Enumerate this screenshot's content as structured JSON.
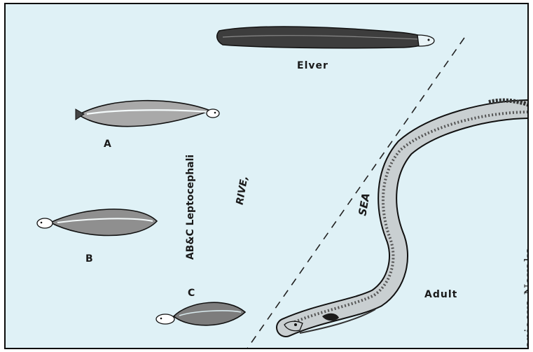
{
  "colors": {
    "background": "#dff1f6",
    "border": "#0b0b0b",
    "ink": "#1a1a1a"
  },
  "labels": {
    "elver": "Elver",
    "a": "A",
    "b": "B",
    "c": "C",
    "leptocephali": "AB&C Leptocephali",
    "river": "RIVE,",
    "sea": "SEA",
    "adult": "Adult"
  },
  "credit": "Sanjeeva Nayaka",
  "figures": [
    "leptocephalus-a",
    "leptocephalus-b",
    "leptocephalus-c",
    "elver",
    "adult-eel"
  ]
}
